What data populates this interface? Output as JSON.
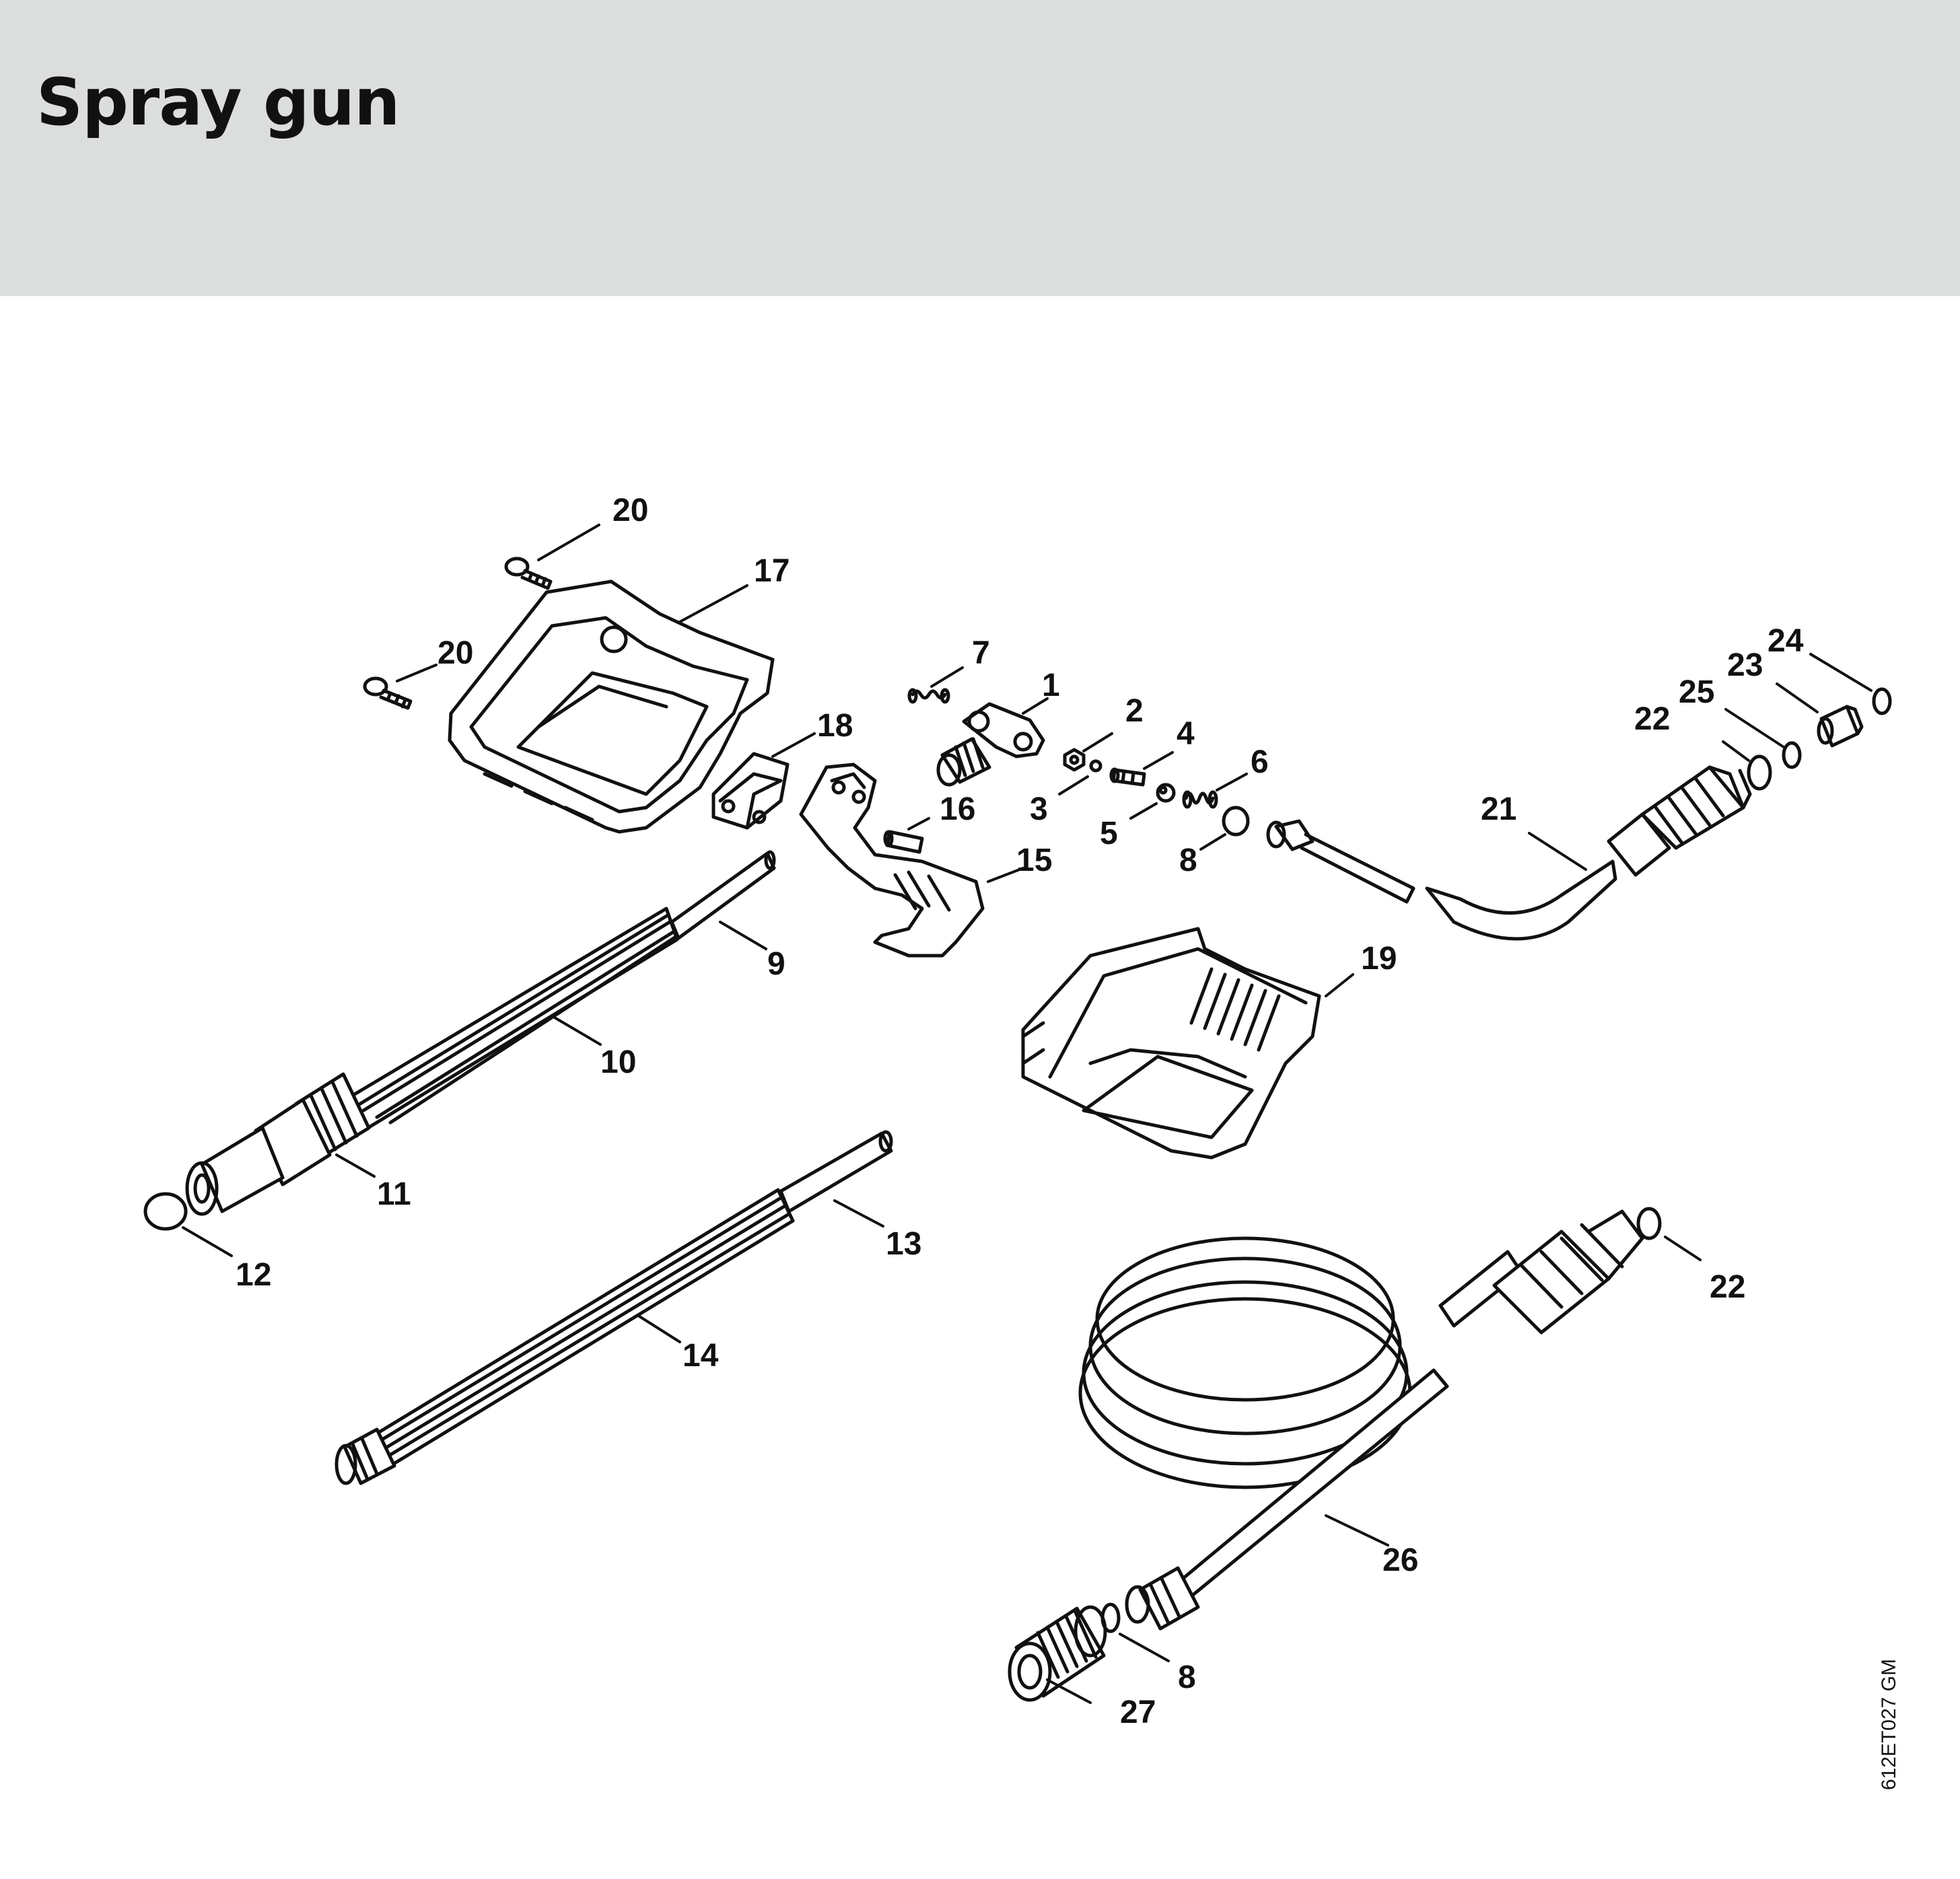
{
  "title": "Spray gun",
  "drawing_code": "612ET027 GM",
  "callouts": [
    {
      "id": "20a",
      "text": "20"
    },
    {
      "id": "17",
      "text": "17"
    },
    {
      "id": "20b",
      "text": "20"
    },
    {
      "id": "18",
      "text": "18"
    },
    {
      "id": "7",
      "text": "7"
    },
    {
      "id": "1",
      "text": "1"
    },
    {
      "id": "2",
      "text": "2"
    },
    {
      "id": "4",
      "text": "4"
    },
    {
      "id": "3",
      "text": "3"
    },
    {
      "id": "6",
      "text": "6"
    },
    {
      "id": "5",
      "text": "5"
    },
    {
      "id": "8a",
      "text": "8"
    },
    {
      "id": "16",
      "text": "16"
    },
    {
      "id": "15",
      "text": "15"
    },
    {
      "id": "9",
      "text": "9"
    },
    {
      "id": "10",
      "text": "10"
    },
    {
      "id": "11",
      "text": "11"
    },
    {
      "id": "12",
      "text": "12"
    },
    {
      "id": "13",
      "text": "13"
    },
    {
      "id": "14",
      "text": "14"
    },
    {
      "id": "19",
      "text": "19"
    },
    {
      "id": "21",
      "text": "21"
    },
    {
      "id": "22a",
      "text": "22"
    },
    {
      "id": "25",
      "text": "25"
    },
    {
      "id": "23",
      "text": "23"
    },
    {
      "id": "24",
      "text": "24"
    },
    {
      "id": "22b",
      "text": "22"
    },
    {
      "id": "26",
      "text": "26"
    },
    {
      "id": "8b",
      "text": "8"
    },
    {
      "id": "27",
      "text": "27"
    }
  ]
}
